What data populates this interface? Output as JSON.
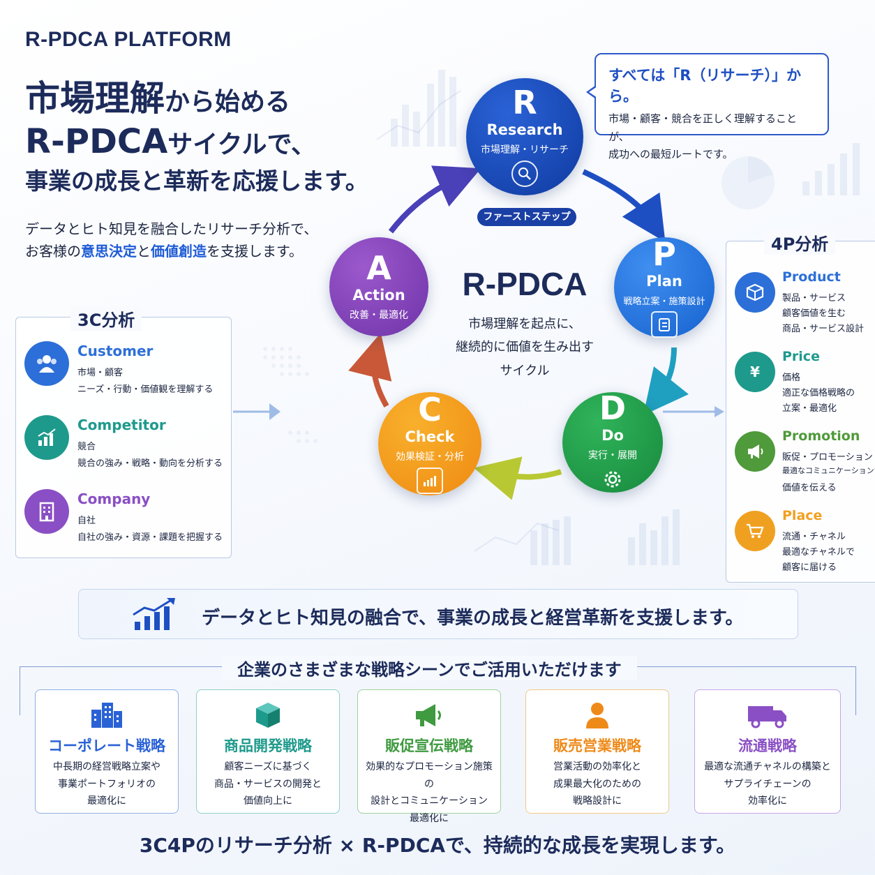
{
  "brand": "R-PDCA PLATFORM",
  "headline": {
    "l1_big": "市場理解",
    "l1_small": "から始める",
    "l2_big": "R-PDCA",
    "l2_small": "サイクルで、",
    "l3": "事業の成長と革新を応援します。"
  },
  "subcopy": {
    "line1": "データとヒト知見を融合したリサーチ分析で、",
    "line2_pre": "お客様の",
    "line2_hl1": "意思決定",
    "line2_mid": "と",
    "line2_hl2": "価値創造",
    "line2_post": "を支援します。"
  },
  "callout": {
    "title": "すべては「R（リサーチ）」から。",
    "line1": "市場・顧客・競合を正しく理解することが、",
    "line2": "成功への最短ルートです。"
  },
  "cycle": {
    "center_title": "R-PDCA",
    "center_line1": "市場理解を起点に、",
    "center_line2": "継続的に価値を生み出す",
    "center_line3": "サイクル",
    "first_step": "ファーストステップ",
    "nodes": {
      "R": {
        "letter": "R",
        "name": "Research",
        "jp": "市場理解・リサーチ",
        "icon": "search-icon",
        "color": "#0f3aa0"
      },
      "P": {
        "letter": "P",
        "name": "Plan",
        "jp": "戦略立案・施策設計",
        "icon": "clipboard-icon",
        "color": "#1662cf"
      },
      "D": {
        "letter": "D",
        "name": "Do",
        "jp": "実行・展開",
        "icon": "gear-icon",
        "color": "#178a3d"
      },
      "C": {
        "letter": "C",
        "name": "Check",
        "jp": "効果検証・分析",
        "icon": "chart-icon",
        "color": "#ef8a12"
      },
      "A": {
        "letter": "A",
        "name": "Action",
        "jp": "改善・最適化",
        "icon": "none",
        "color": "#6f33a8"
      }
    }
  },
  "analysis3c": {
    "title": "3C分析",
    "items": [
      {
        "name": "Customer",
        "d1": "市場・顧客",
        "d2": "ニーズ・行動・価値観を理解する",
        "color": "#2d6fd8",
        "icon": "people-icon"
      },
      {
        "name": "Competitor",
        "d1": "競合",
        "d2": "競合の強み・戦略・動向を分析する",
        "color": "#1e9a8c",
        "icon": "growth-chart-icon"
      },
      {
        "name": "Company",
        "d1": "自社",
        "d2": "自社の強み・資源・課題を把握する",
        "color": "#8a4fc4",
        "icon": "building-icon"
      }
    ]
  },
  "analysis4p": {
    "title": "4P分析",
    "items": [
      {
        "name": "Product",
        "d1": "製品・サービス",
        "d2": "顧客価値を生む",
        "d3": "商品・サービス設計",
        "color": "#2d6fd8",
        "icon": "box-icon"
      },
      {
        "name": "Price",
        "d1": "価格",
        "d2": "適正な価格戦略の",
        "d3": "立案・最適化",
        "color": "#1e9a8c",
        "icon": "price-tag-icon"
      },
      {
        "name": "Promotion",
        "d1": "販促・プロモーション",
        "d2": "最適なコミュニケーションで",
        "d3": "価値を伝える",
        "color": "#4f9a3a",
        "icon": "megaphone-icon"
      },
      {
        "name": "Place",
        "d1": "流通・チャネル",
        "d2": "最適なチャネルで",
        "d3": "顧客に届ける",
        "color": "#f0a020",
        "icon": "cart-icon"
      }
    ]
  },
  "banner": {
    "text": "データとヒト知見の融合で、事業の成長と経営革新を支援します。",
    "icon": "bar-chart-up-icon"
  },
  "scenes": {
    "title": "企業のさまざまな戦略シーンでご活用いただけます",
    "cards": [
      {
        "title": "コーポレート戦略",
        "l1": "中長期の経営戦略立案や",
        "l2": "事業ポートフォリオの",
        "l3": "最適化に",
        "color": "#2a62d6",
        "icon": "buildings-icon"
      },
      {
        "title": "商品開発戦略",
        "l1": "顧客ニーズに基づく",
        "l2": "商品・サービスの開発と",
        "l3": "価値向上に",
        "color": "#1e9a8c",
        "icon": "cube-icon"
      },
      {
        "title": "販促宣伝戦略",
        "l1": "効果的なプロモーション施策の",
        "l2": "設計とコミュニケーション",
        "l3": "最適化に",
        "color": "#3f9a40",
        "icon": "megaphone-icon"
      },
      {
        "title": "販売営業戦略",
        "l1": "営業活動の効率化と",
        "l2": "成果最大化のための",
        "l3": "戦略設計に",
        "color": "#ee8a1a",
        "icon": "person-icon"
      },
      {
        "title": "流通戦略",
        "l1": "最適な流通チャネルの構築と",
        "l2": "サプライチェーンの",
        "l3": "効率化に",
        "color": "#8a4fc4",
        "icon": "truck-icon"
      }
    ]
  },
  "footer": "3C4Pのリサーチ分析 × R-PDCAで、持続的な成長を実現します。"
}
